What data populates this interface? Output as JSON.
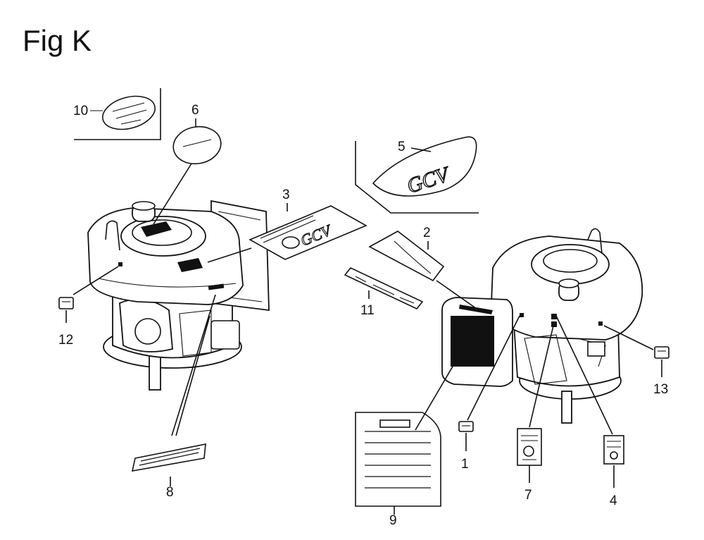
{
  "figure_title": "Fig K",
  "callouts": [
    {
      "id": "c10",
      "label": "10"
    },
    {
      "id": "c6",
      "label": "6"
    },
    {
      "id": "c5",
      "label": "5"
    },
    {
      "id": "c3",
      "label": "3"
    },
    {
      "id": "c2",
      "label": "2"
    },
    {
      "id": "c11",
      "label": "11"
    },
    {
      "id": "c12",
      "label": "12"
    },
    {
      "id": "c8",
      "label": "8"
    },
    {
      "id": "c9",
      "label": "9"
    },
    {
      "id": "c1",
      "label": "1"
    },
    {
      "id": "c7",
      "label": "7"
    },
    {
      "id": "c4",
      "label": "4"
    },
    {
      "id": "c13",
      "label": "13"
    }
  ],
  "decal_text": {
    "gcv": "GCV"
  }
}
